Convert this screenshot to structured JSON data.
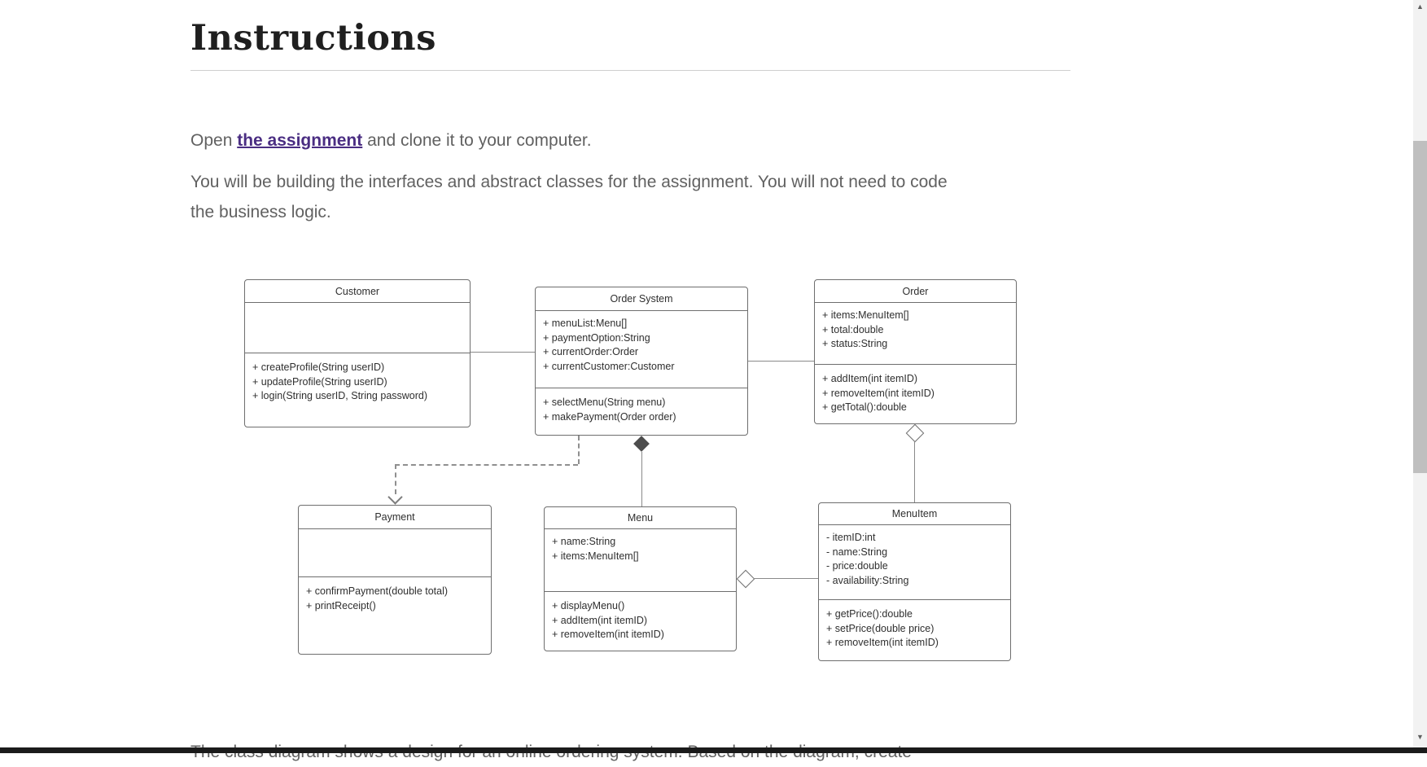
{
  "page": {
    "heading": "Instructions",
    "p1_prefix": "Open ",
    "p1_link": "the assignment",
    "p1_suffix": " and clone it to your computer.",
    "p2_line1": "You will be building the interfaces and abstract classes for the assignment. You will not need to code",
    "p2_line2": "the business logic.",
    "p3": "The class diagram shows a design for an online ordering system. Based on the diagram, create"
  },
  "colors": {
    "link": "#4a2d82",
    "heading": "#1f1f1f",
    "body_text": "#616161",
    "uml_border": "#6e6e6e",
    "scroll_thumb": "#bfbfbf"
  },
  "icons": {
    "scroll_up": "▲",
    "scroll_down": "▼"
  },
  "diagram": {
    "classes": [
      {
        "name": "Customer",
        "attributes": [],
        "methods": [
          "+ createProfile(String userID)",
          "+ updateProfile(String userID)",
          "+ login(String userID, String password)"
        ]
      },
      {
        "name": "Order System",
        "attributes": [
          "+ menuList:Menu[]",
          "+ paymentOption:String",
          "+ currentOrder:Order",
          "+ currentCustomer:Customer"
        ],
        "methods": [
          "+ selectMenu(String menu)",
          "+ makePayment(Order order)"
        ]
      },
      {
        "name": "Order",
        "attributes": [
          "+ items:MenuItem[]",
          "+ total:double",
          "+ status:String"
        ],
        "methods": [
          "+ addItem(int itemID)",
          "+ removeItem(int itemID)",
          "+ getTotal():double"
        ]
      },
      {
        "name": "Payment",
        "attributes": [],
        "methods": [
          "+ confirmPayment(double total)",
          "+ printReceipt()"
        ]
      },
      {
        "name": "Menu",
        "attributes": [
          "+ name:String",
          "+ items:MenuItem[]"
        ],
        "methods": [
          "+ displayMenu()",
          "+ addItem(int itemID)",
          "+ removeItem(int itemID)"
        ]
      },
      {
        "name": "MenuItem",
        "attributes": [
          "- itemID:int",
          "- name:String",
          "- price:double",
          "- availability:String"
        ],
        "methods": [
          "+ getPrice():double",
          "+ setPrice(double price)",
          "+ removeItem(int itemID)"
        ]
      }
    ]
  }
}
